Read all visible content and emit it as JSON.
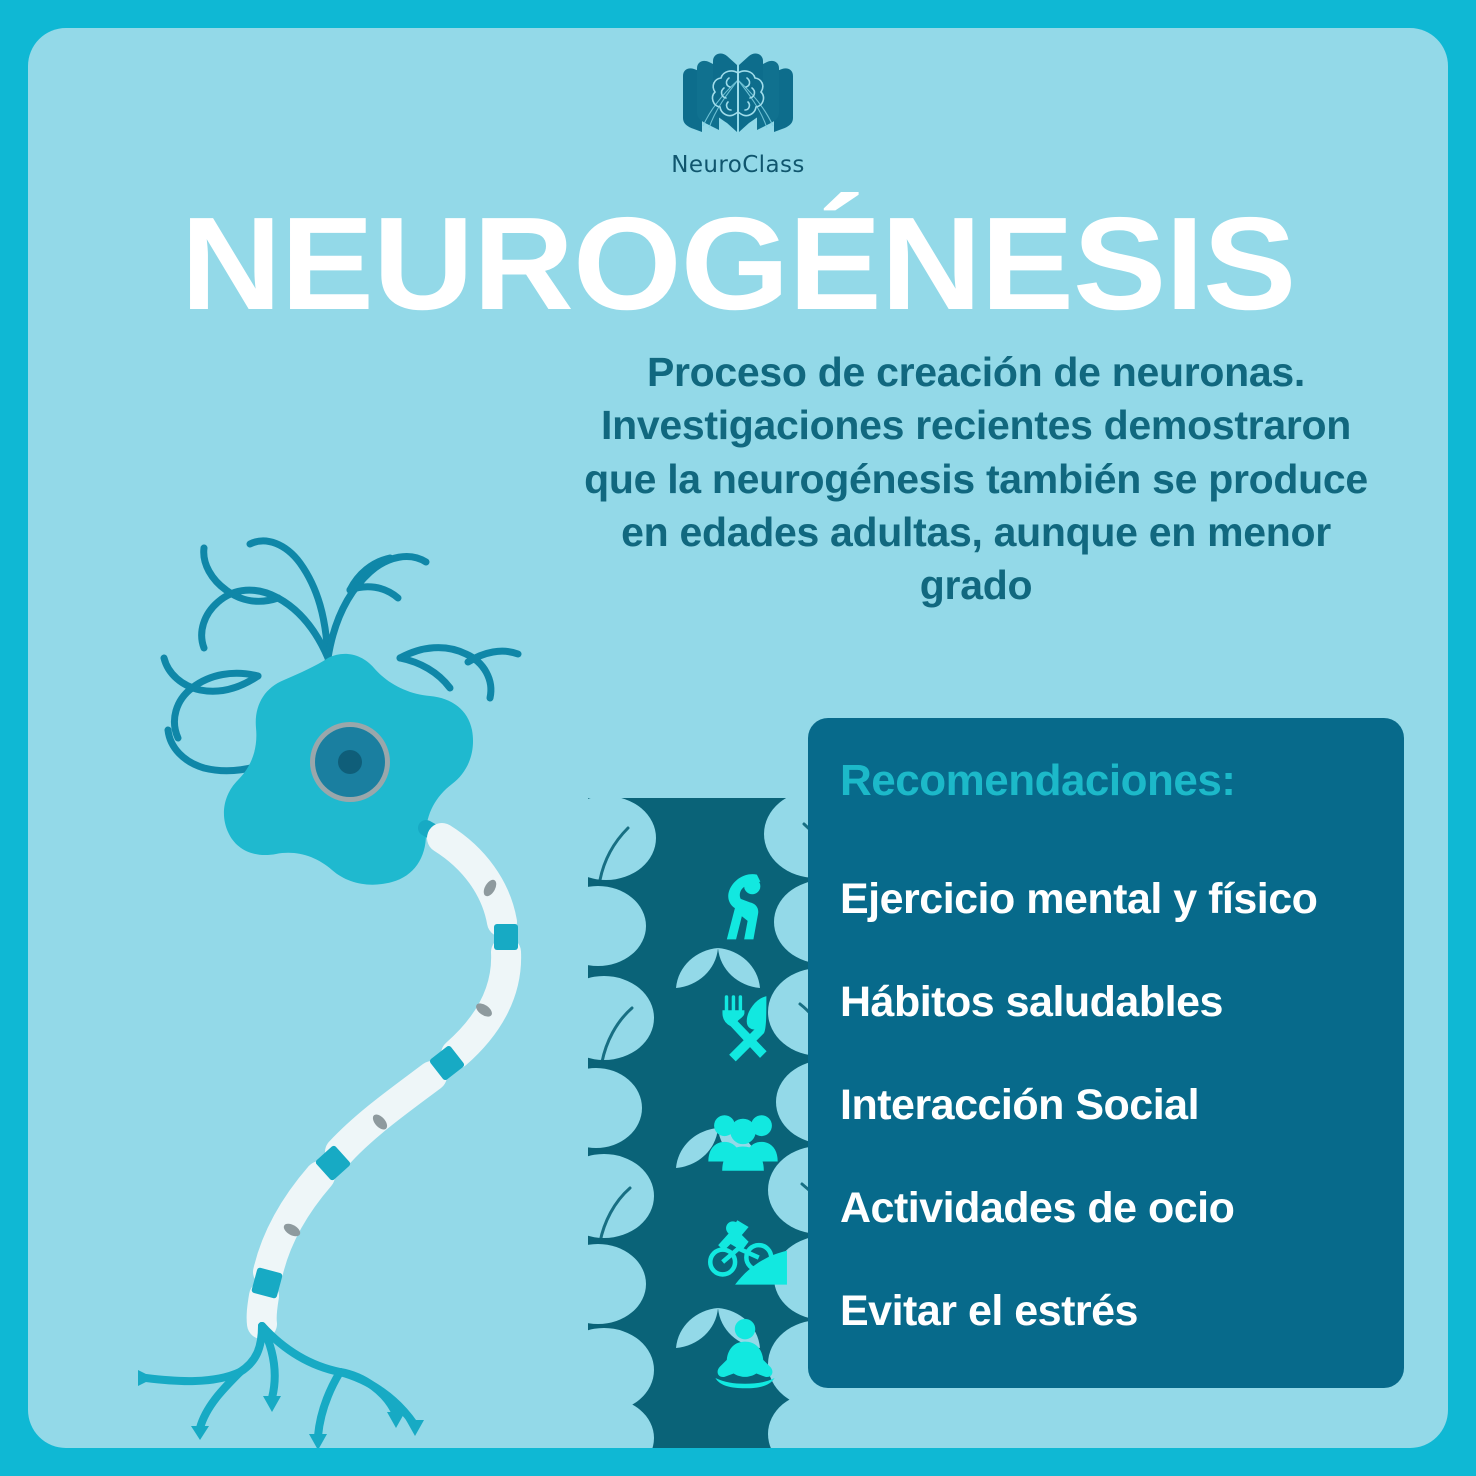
{
  "brand": {
    "logo_icon": "open-book-brain-icon",
    "name": "NeuroClass"
  },
  "title": "NEUROGÉNESIS",
  "intro": "Proceso de creación de neuronas. Investigaciones recientes demostraron que la neurogénesis también se produce en edades adultas, aunque en menor grado",
  "recommendations": {
    "heading": "Recomendaciones:",
    "items": [
      {
        "icon": "exercise-stretch-icon",
        "label": "Ejercicio mental y físico"
      },
      {
        "icon": "fork-knife-icon",
        "label": "Hábitos saludables"
      },
      {
        "icon": "people-group-icon",
        "label": "Interacción Social"
      },
      {
        "icon": "cyclist-icon",
        "label": "Actividades de ocio"
      },
      {
        "icon": "meditation-icon",
        "label": "Evitar el estrés"
      }
    ]
  },
  "illustration": {
    "neuron_label": "neuron-illustration",
    "parts": [
      "dendrites",
      "soma",
      "nucleus",
      "axon",
      "myelin-sheath",
      "nodes-of-ranvier",
      "axon-terminals"
    ],
    "chain_label": "neuron-chain-illustration"
  },
  "colors": {
    "border": "#0fb8d4",
    "background": "#93d9e8",
    "panel": "#076a8b",
    "accent_cyan": "#1cb9c9",
    "icon_cyan": "#12e8e0",
    "text_teal": "#11687f",
    "title_white": "#ffffff",
    "neuron_body": "#1fb9cf",
    "neuron_outline": "#0f87a8",
    "nucleus": "#1a7fa0",
    "myelin": "#eef6f8"
  }
}
